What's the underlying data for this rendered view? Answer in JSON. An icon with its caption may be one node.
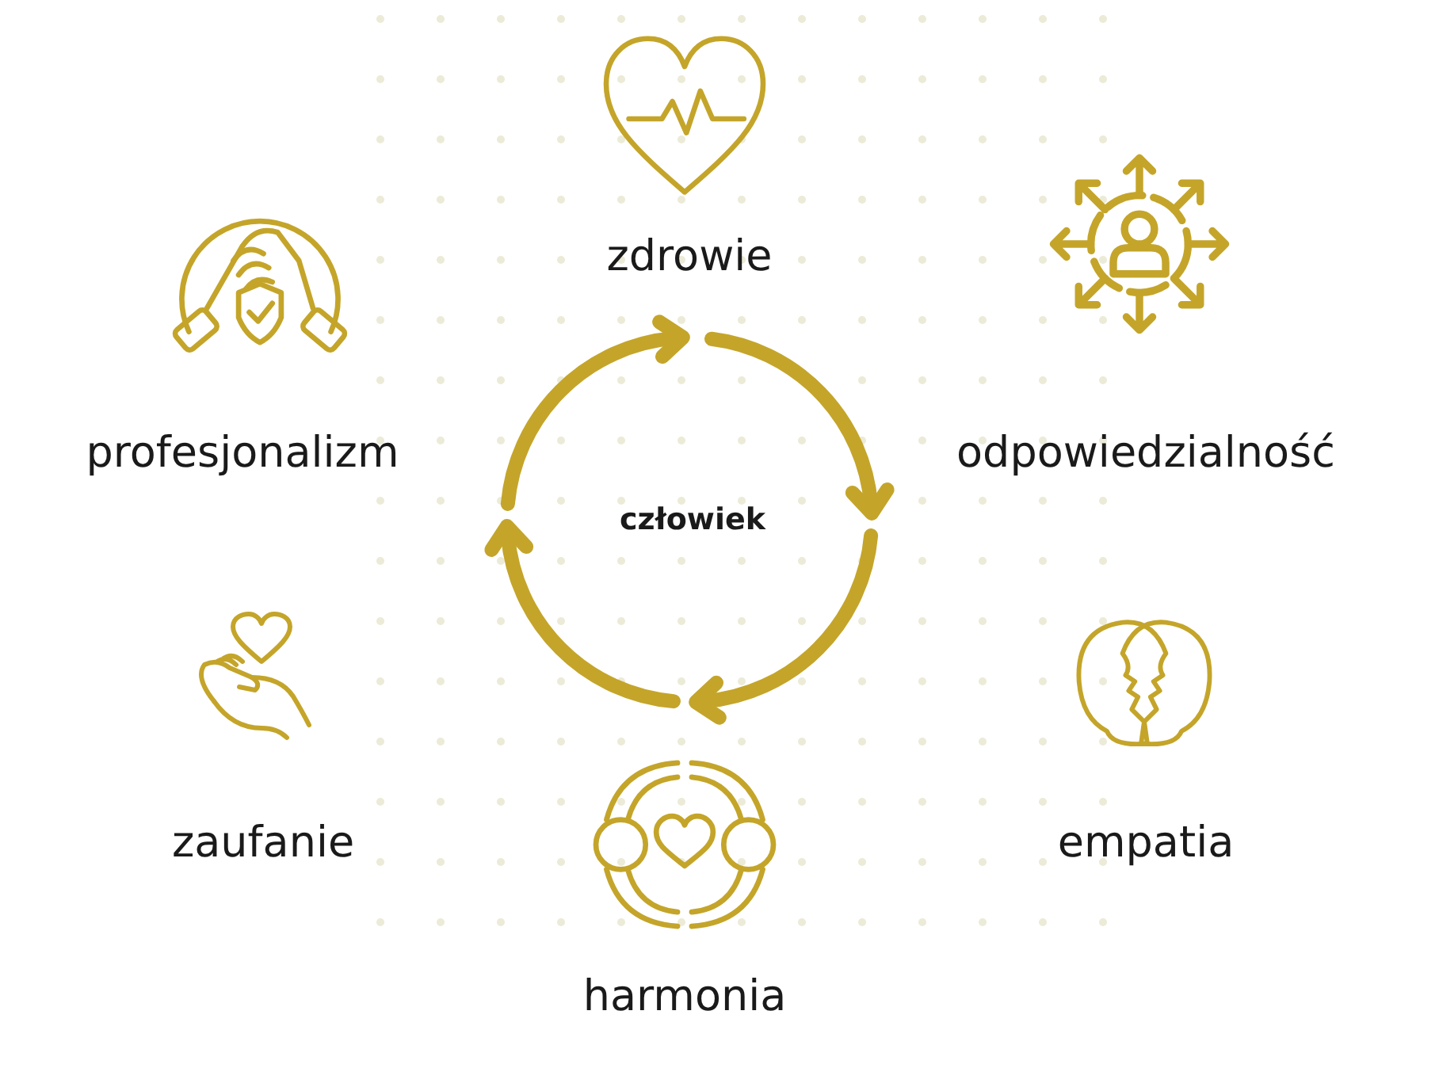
{
  "diagram": {
    "labels": [
      "zdrowie",
      "profesjonalizm",
      "odpowiedzialność",
      "człowiek",
      "zaufanie",
      "empatia",
      "harmonia"
    ]
  }
}
